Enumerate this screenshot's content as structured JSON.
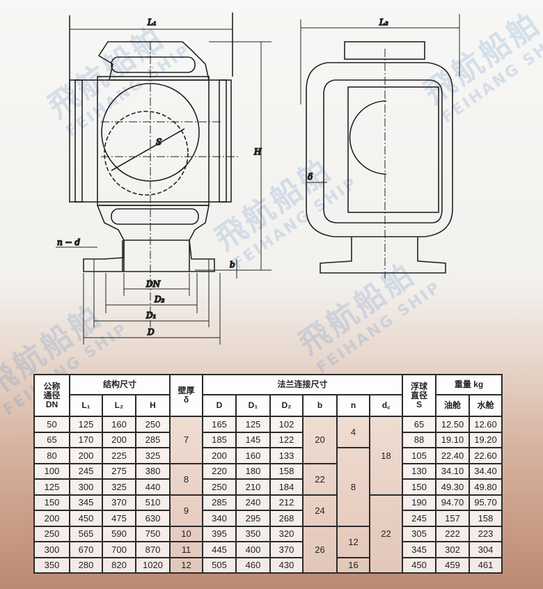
{
  "watermark": {
    "chinese": "飛航船舶",
    "english": "FEIHANG SHIP"
  },
  "drawing_labels": {
    "left": {
      "L1": "L₁",
      "H": "H",
      "S": "S",
      "nd": "n − d",
      "DN": "DN",
      "D2": "D₂",
      "D1": "D₁",
      "D": "D",
      "b": "b"
    },
    "right": {
      "L2": "L₂",
      "delta": "δ"
    }
  },
  "table": {
    "headers": {
      "dn": [
        "公称",
        "通径",
        "DN"
      ],
      "structure": "结构尺寸",
      "L1": "L₁",
      "L2": "L₂",
      "H": "H",
      "wall": [
        "壁厚",
        "δ"
      ],
      "flange": "法兰连接尺寸",
      "D": "D",
      "D1": "D₁",
      "D2": "D₂",
      "b": "b",
      "n": "n",
      "dc": "d꜀",
      "float": [
        "浮球",
        "直径",
        "S"
      ],
      "weight": "重量 kg",
      "oil": "油舱",
      "water": "水舱"
    },
    "rows": [
      {
        "DN": "50",
        "L1": "125",
        "L2": "160",
        "H": "250",
        "D": "165",
        "D1": "125",
        "D2": "102",
        "S": "65",
        "oil": "12.50",
        "water": "12.60"
      },
      {
        "DN": "65",
        "L1": "170",
        "L2": "200",
        "H": "285",
        "D": "185",
        "D1": "145",
        "D2": "122",
        "S": "88",
        "oil": "19.10",
        "water": "19.20"
      },
      {
        "DN": "80",
        "L1": "200",
        "L2": "225",
        "H": "325",
        "D": "200",
        "D1": "160",
        "D2": "133",
        "S": "105",
        "oil": "22.40",
        "water": "22.60"
      },
      {
        "DN": "100",
        "L1": "245",
        "L2": "275",
        "H": "380",
        "D": "220",
        "D1": "180",
        "D2": "158",
        "S": "130",
        "oil": "34.10",
        "water": "34.40"
      },
      {
        "DN": "125",
        "L1": "300",
        "L2": "325",
        "H": "440",
        "D": "250",
        "D1": "210",
        "D2": "184",
        "S": "150",
        "oil": "49.30",
        "water": "49.80"
      },
      {
        "DN": "150",
        "L1": "345",
        "L2": "370",
        "H": "510",
        "D": "285",
        "D1": "240",
        "D2": "212",
        "S": "190",
        "oil": "94.70",
        "water": "95.70"
      },
      {
        "DN": "200",
        "L1": "450",
        "L2": "475",
        "H": "630",
        "D": "340",
        "D1": "295",
        "D2": "268",
        "S": "245",
        "oil": "157",
        "water": "158"
      },
      {
        "DN": "250",
        "L1": "565",
        "L2": "590",
        "H": "750",
        "D": "395",
        "D1": "350",
        "D2": "320",
        "S": "305",
        "oil": "222",
        "water": "223"
      },
      {
        "DN": "300",
        "L1": "670",
        "L2": "700",
        "H": "870",
        "D": "445",
        "D1": "400",
        "D2": "370",
        "S": "345",
        "oil": "302",
        "water": "304"
      },
      {
        "DN": "350",
        "L1": "280",
        "L2": "820",
        "H": "1020",
        "D": "505",
        "D1": "460",
        "D2": "430",
        "S": "450",
        "oil": "459",
        "water": "461"
      }
    ],
    "merged": {
      "wall": [
        {
          "value": "7",
          "span": 3
        },
        {
          "value": "8",
          "span": 2
        },
        {
          "value": "9",
          "span": 2
        },
        {
          "value": "10",
          "span": 1
        },
        {
          "value": "11",
          "span": 1
        },
        {
          "value": "12",
          "span": 1
        }
      ],
      "b": [
        {
          "value": "20",
          "span": 3
        },
        {
          "value": "22",
          "span": 2
        },
        {
          "value": "24",
          "span": 2
        },
        {
          "value": "26",
          "span": 3
        }
      ],
      "n": [
        {
          "value": "4",
          "span": 2
        },
        {
          "value": "8",
          "span": 5
        },
        {
          "value": "12",
          "span": 2
        },
        {
          "value": "16",
          "span": 1
        }
      ],
      "dc": [
        {
          "value": "18",
          "span": 5
        },
        {
          "value": "22",
          "span": 5
        }
      ]
    }
  }
}
